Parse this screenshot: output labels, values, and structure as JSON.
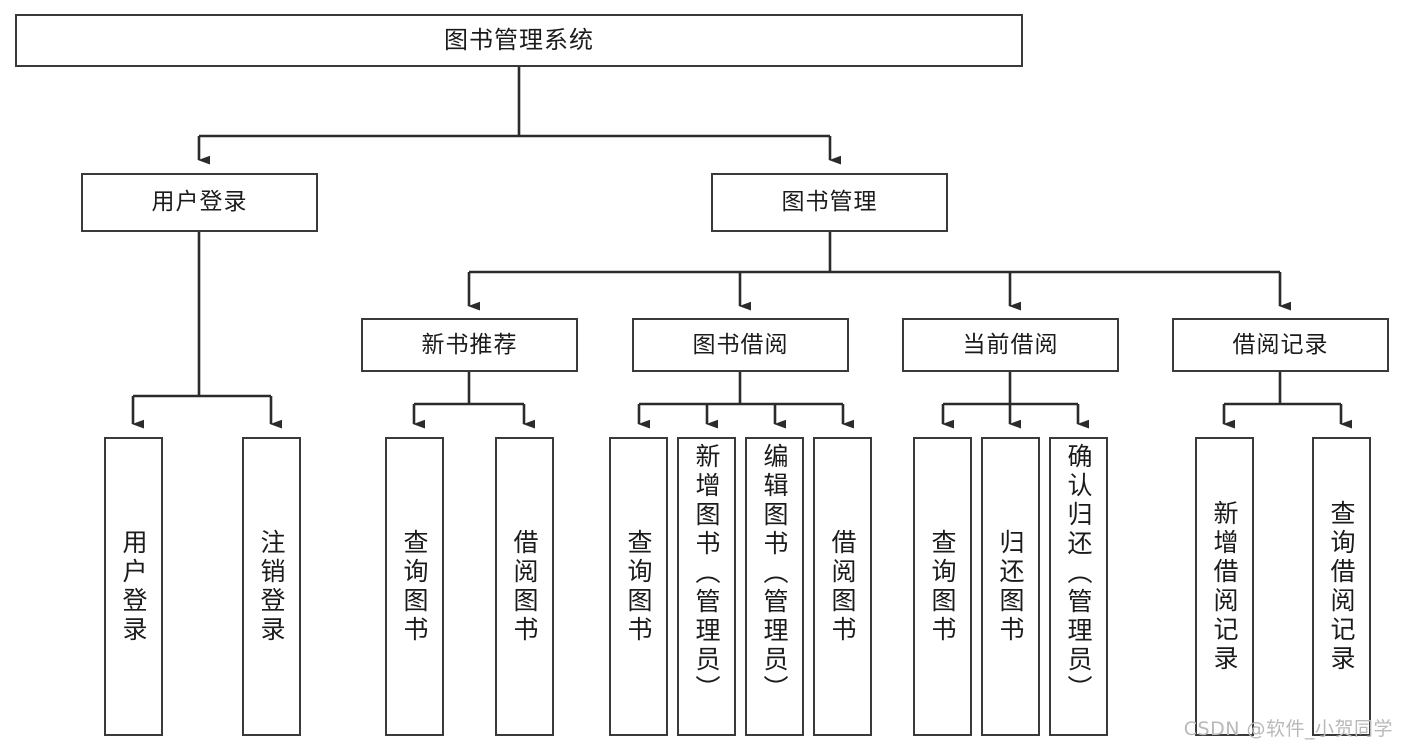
{
  "diagram": {
    "title": "图书管理系统",
    "type": "tree-hierarchy-chart",
    "watermark": "CSDN @软件_小贺同学",
    "colors": {
      "box_border": "#3a3a3a",
      "box_fill": "#ffffff",
      "connector": "#2b2b2b",
      "text": "#1b1b1b",
      "watermark": "#b9b9b9"
    },
    "root": {
      "label": "图书管理系统"
    },
    "level1": [
      {
        "label": "用户登录"
      },
      {
        "label": "图书管理"
      }
    ],
    "level2": [
      {
        "label": "新书推荐"
      },
      {
        "label": "图书借阅"
      },
      {
        "label": "当前借阅"
      },
      {
        "label": "借阅记录"
      }
    ],
    "leaves": {
      "user_login": [
        {
          "label": "用户登录"
        },
        {
          "label": "注销登录"
        }
      ],
      "new_book_recommend": [
        {
          "label": "查询图书"
        },
        {
          "label": "借阅图书"
        }
      ],
      "book_borrow": [
        {
          "label": "查询图书"
        },
        {
          "label": "新增图书（管理员）"
        },
        {
          "label": "编辑图书（管理员）"
        },
        {
          "label": "借阅图书"
        }
      ],
      "current_borrow": [
        {
          "label": "查询图书"
        },
        {
          "label": "归还图书"
        },
        {
          "label": "确认归还（管理员）"
        }
      ],
      "borrow_record": [
        {
          "label": "新增借阅记录"
        },
        {
          "label": "查询借阅记录"
        }
      ]
    }
  }
}
